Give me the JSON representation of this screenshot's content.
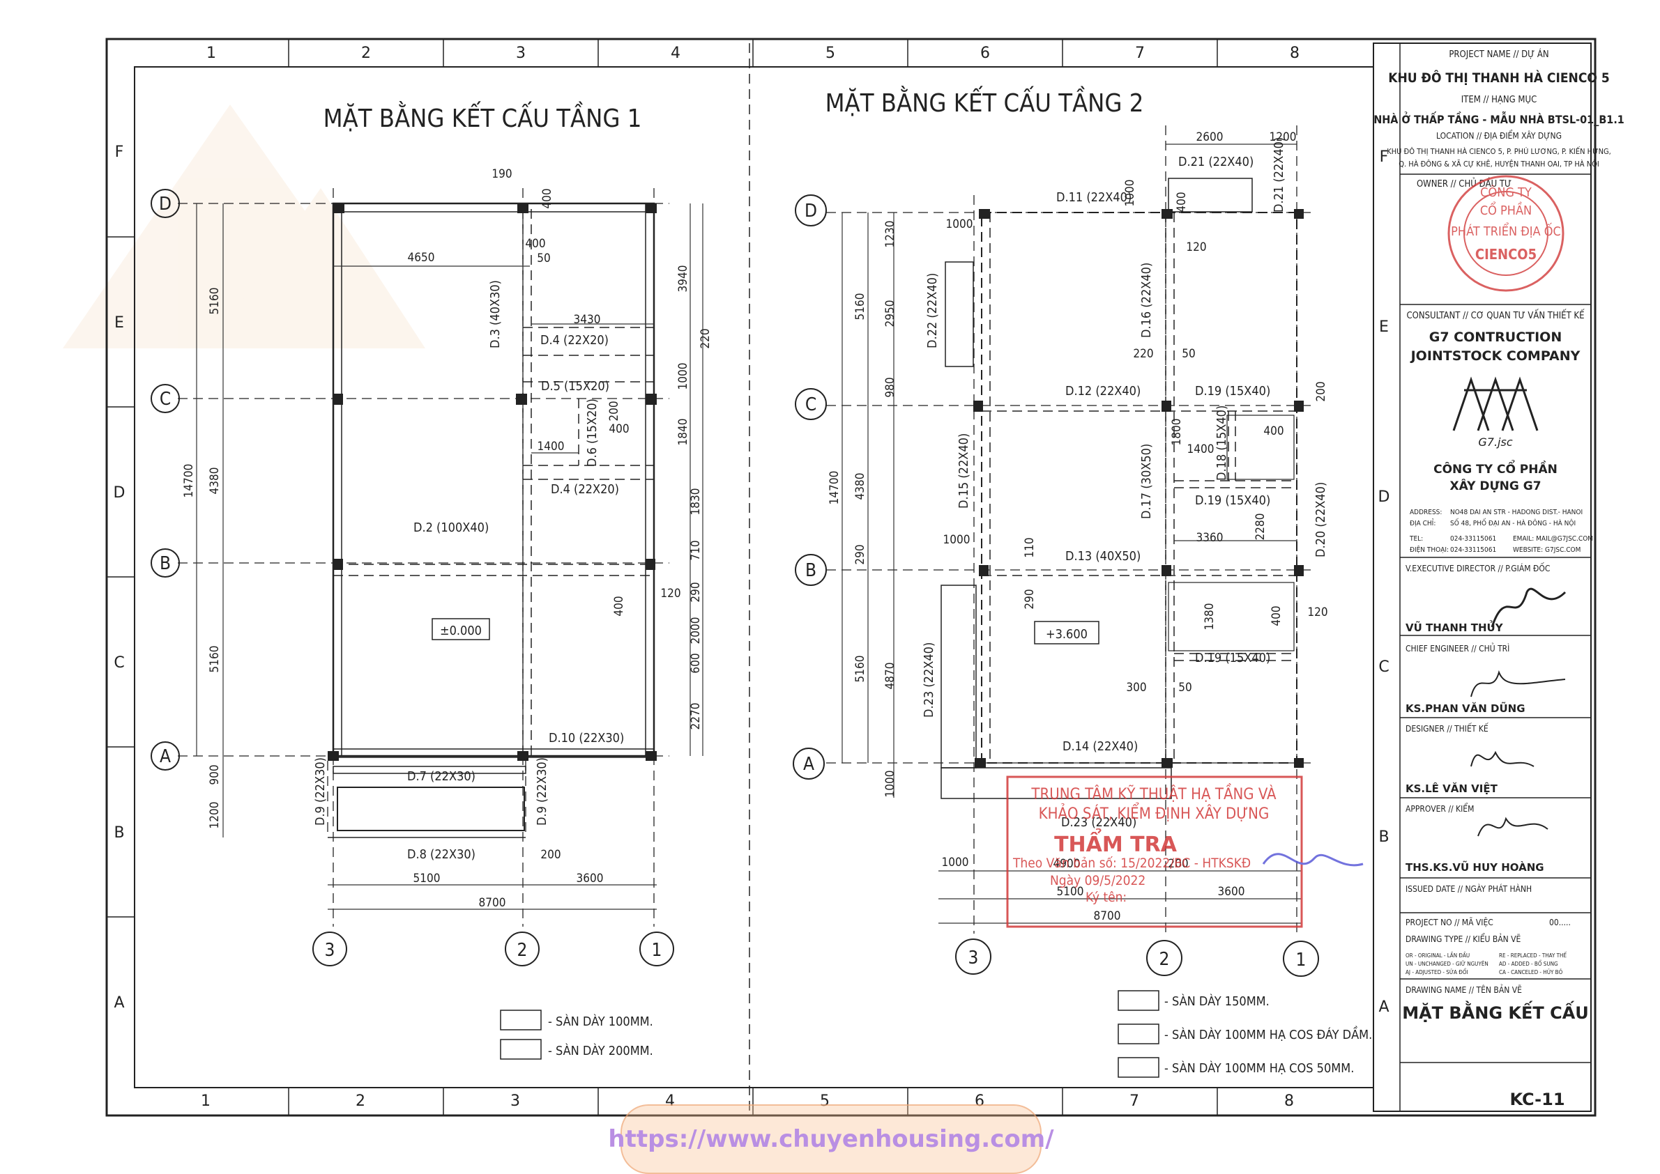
{
  "grid": {
    "columns": [
      "1",
      "2",
      "3",
      "4",
      "5",
      "6",
      "7",
      "8"
    ],
    "rows": [
      "F",
      "E",
      "D",
      "C",
      "B",
      "A"
    ]
  },
  "plan1": {
    "title": "MẶT BẰNG KẾT CẤU TẦNG 1",
    "axes": {
      "D": "D",
      "C": "C",
      "B": "B",
      "A": "A",
      "c3": "3",
      "c2": "2",
      "c1": "1"
    },
    "dims": {
      "d190": "190",
      "d400a": "400",
      "d400b": "400",
      "d50": "50",
      "d4650": "4650",
      "d3430": "3430",
      "d1400": "1400",
      "d200": "200",
      "d400c": "400",
      "d400d": "400",
      "d120": "120",
      "d5100": "5100",
      "d3600": "3600",
      "d8700": "8700",
      "d200b": "200",
      "d14700": "14700",
      "d5160a": "5160",
      "d4380": "4380",
      "d5160b": "5160",
      "d900": "900",
      "d1200": "1200",
      "r3940": "3940",
      "r220": "220",
      "r1000": "1000",
      "r1840": "1840",
      "r1830": "1830",
      "r710": "710",
      "r290": "290",
      "r2000": "2000",
      "r600": "600",
      "r2270": "2270"
    },
    "beams": {
      "d3": "D.3 (40X30)",
      "d4a": "D.4 (22X20)",
      "d5": "D.5 (15X20)",
      "d6": "D.6 (15X20)",
      "d4b": "D.4 (22X20)",
      "d2": "D.2 (100X40)",
      "d10": "D.10 (22X30)",
      "d7": "D.7 (22X30)",
      "d8": "D.8 (22X30)",
      "d9a": "D.9 (22X30)",
      "d9b": "D.9 (22X30)"
    },
    "level": "±0.000",
    "legend": [
      "- SÀN DÀY 100MM.",
      "- SÀN DÀY 200MM."
    ]
  },
  "plan2": {
    "title": "MẶT BẰNG KẾT CẤU TẦNG 2",
    "axes": {
      "D": "D",
      "C": "C",
      "B": "B",
      "A": "A",
      "c3": "3",
      "c2": "2",
      "c1": "1"
    },
    "dims": {
      "d2600": "2600",
      "d1200": "1200",
      "d1000a": "1000",
      "d1000b": "1000",
      "d120": "120",
      "d220": "220",
      "d50": "50",
      "d1400": "1400",
      "d1800": "1800",
      "d400a": "400",
      "d3360": "3360",
      "d2280": "2280",
      "d1000c": "1000",
      "d110": "110",
      "d290": "290",
      "d300": "300",
      "d50b": "50",
      "d400b": "400",
      "d120b": "120",
      "d1000d": "1000",
      "d4900": "4900",
      "d200": "200",
      "d5100": "5100",
      "d3600": "3600",
      "d8700": "8700",
      "d14700": "14700",
      "l1230": "1230",
      "l5160a": "5160",
      "l2950": "2950",
      "l980": "980",
      "l4380": "4380",
      "l290": "290",
      "l5160b": "5160",
      "l4870": "4870",
      "l1000": "1000",
      "r200": "200",
      "s400": "400",
      "s1380": "1380"
    },
    "beams": {
      "d21": "D.21 (22X40)",
      "d21v": "D.21 (22X40)",
      "d11": "D.11 (22X40)",
      "d22": "D.22 (22X40)",
      "d16": "D.16 (22X40)",
      "d12": "D.12 (22X40)",
      "d19a": "D.19 (15X40)",
      "d18": "D.18 (15X40)",
      "d15": "D.15 (22X40)",
      "d17": "D.17 (30X50)",
      "d19b": "D.19 (15X40)",
      "d20": "D.20 (22X40)",
      "d13": "D.13 (40X50)",
      "d19c": "D.19 (15X40)",
      "d23a": "D.23 (22X40)",
      "d14": "D.14 (22X40)",
      "d23b": "D.23 (22X40)"
    },
    "level": "+3.600",
    "legend": [
      "- SÀN DÀY 150MM.",
      "- SÀN DÀY 100MM HẠ COS ĐÁY DẦM.",
      "- SÀN DÀY 100MM HẠ COS 50MM."
    ]
  },
  "stamp": {
    "line1": "TRUNG TÂM KỸ THUẬT HẠ TẦNG VÀ",
    "line2": "KHẢO SÁT, KIỂM ĐỊNH XÂY DỰNG",
    "title": "THẨM TRA",
    "theo": "Theo Văn bản số: 15/2022/BC - HTKSKĐ",
    "ngay": "Ngày  09/5/2022",
    "kyten": "Ký tên:"
  },
  "titleblock": {
    "project_label": "PROJECT NAME // DỰ ÁN",
    "project": "KHU ĐÔ THỊ THANH HÀ CIENCO 5",
    "item_label": "ITEM // HẠNG MỤC",
    "item": "NHÀ Ở THẤP TẦNG - MẪU NHÀ BTSL-01_B1.1",
    "location_label": "LOCATION // ĐỊA ĐIỂM XÂY DỰNG",
    "location1": "KHU ĐÔ THỊ THANH HÀ CIENCO 5, P. PHÚ LƯƠNG, P. KIẾN HƯNG,",
    "location2": "Q. HÀ ĐÔNG & XÃ CỰ KHÊ, HUYỆN THANH OAI, TP HÀ NỘI",
    "owner_label": "OWNER // CHỦ ĐẦU TƯ",
    "owner_seal1": "CÔNG TY",
    "owner_seal2": "CỔ PHẦN",
    "owner_seal3": "PHÁT TRIỂN ĐỊA ỐC",
    "owner_seal4": "CIENCO5",
    "consultant_label": "CONSULTANT // CƠ QUAN TƯ VẤN THIẾT KẾ",
    "consultant1": "G7 CONTRUCTION",
    "consultant2": "JOINTSTOCK COMPANY",
    "logo_text": "G7.jsc",
    "company1": "CÔNG TY CỔ PHẦN",
    "company2": "XÂY DỰNG G7",
    "addr_label": "ADDRESS:",
    "addr1": "NO48 DAI AN STR - HADONG DIST.- HANOI",
    "addr_vn_label": "ĐỊA CHỈ:",
    "addr2": "SỐ 48, PHỐ ĐẠI AN - HÀ ĐÔNG - HÀ NỘI",
    "tel_label": "TEL:",
    "tel": "024-33115061",
    "email": "EMAIL: MAIL@G7JSC.COM",
    "tel2_label": "ĐIỆN THOẠI:",
    "tel2": "024-33115061",
    "web": "WEBSITE: G7JSC.COM",
    "vexec_label": "V.EXECUTIVE DIRECTOR // P.GIÁM ĐỐC",
    "vexec": "VŨ THANH THỦY",
    "chief_label": "CHIEF ENGINEER // CHỦ TRÌ",
    "chief": "KS.PHAN VĂN DŨNG",
    "designer_label": "DESIGNER // THIẾT KẾ",
    "designer": "KS.LÊ VĂN VIỆT",
    "approver_label": "APPROVER // KIỂM",
    "approver": "THS.KS.VŨ HUY HOÀNG",
    "issued_label": "ISSUED DATE // NGÀY PHÁT HÀNH",
    "projno_label": "PROJECT NO // MÃ VIỆC",
    "projno": "00.....",
    "dtype_label": "DRAWING TYPE // KIỂU BẢN VẼ",
    "dtype": [
      "OR - ORIGINAL - LẦN ĐẦU",
      "RE - REPLACED - THAY THẾ",
      "UN - UNCHANGED - GIỮ NGUYÊN",
      "AD - ADDED - BỔ SUNG",
      "AJ - ADJUSTED - SỬA ĐỔI",
      "CA - CANCELED - HỦY BỎ"
    ],
    "dname_label": "DRAWING NAME // TÊN BẢN VẼ",
    "dname": "MẶT BẰNG KẾT CẤU",
    "sheet": "KC-11"
  },
  "watermark": "https://www.chuyenhousing.com/"
}
